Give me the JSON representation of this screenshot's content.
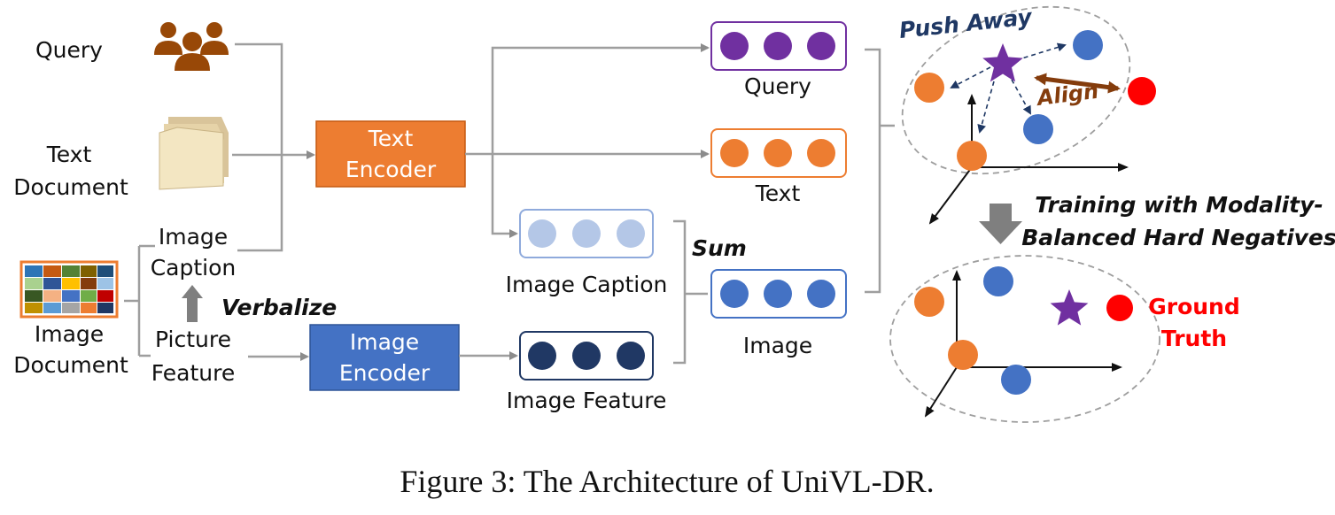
{
  "inputs": {
    "query": "Query",
    "text_document": [
      "Text",
      "Document"
    ],
    "image_document": [
      "Image",
      "Document"
    ],
    "image_caption": [
      "Image",
      "Caption"
    ],
    "picture_feature": [
      "Picture",
      "Feature"
    ],
    "verbalize": "Verbalize"
  },
  "encoders": {
    "text": [
      "Text",
      "Encoder"
    ],
    "image": [
      "Image",
      "Encoder"
    ]
  },
  "embeddings": {
    "query": "Query",
    "text": "Text",
    "image_caption": "Image Caption",
    "image_feature": "Image Feature",
    "image": "Image",
    "sum": "Sum"
  },
  "space": {
    "push_away": "Push Away",
    "align": "Align",
    "training": [
      "Training with Modality-",
      "Balanced Hard Negatives"
    ],
    "ground_truth": [
      "Ground",
      "Truth"
    ]
  },
  "caption": "Figure 3: The Architecture of UniVL-DR.",
  "colors": {
    "text_encoder": "#ed7d31",
    "image_encoder": "#4472c4",
    "query_dot": "#7030a0",
    "text_dot": "#ed7d31",
    "caption_dot": "#b4c7e7",
    "feature_dot": "#203864",
    "image_dot": "#4472c4",
    "ground_truth": "#ff0000",
    "align": "#843c0c",
    "push_away": "#1f3864",
    "star": "#7030a0"
  },
  "icons": [
    "people-icon",
    "folder-icon",
    "photo-collage-icon"
  ]
}
